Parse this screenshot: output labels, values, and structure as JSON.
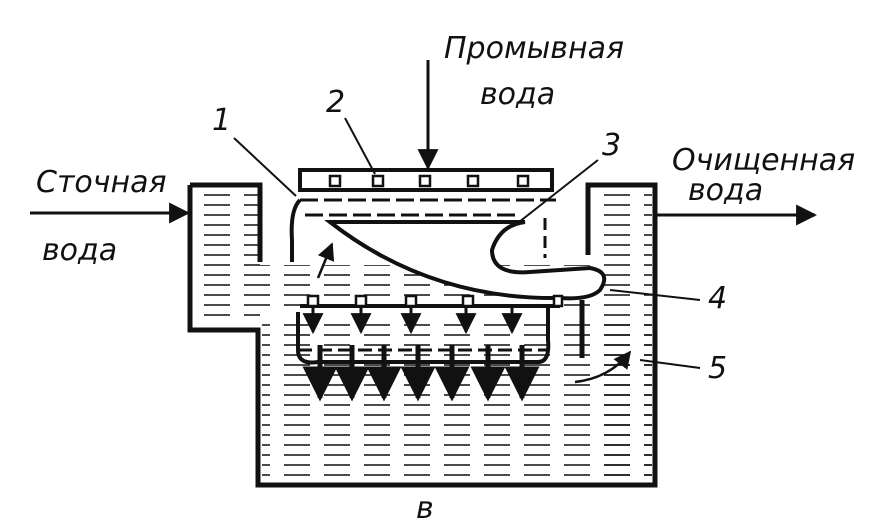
{
  "labels": {
    "wastewater_line1": "Сточная",
    "wastewater_line2": "вода",
    "wash_line1": "Промывная",
    "wash_line2": "вода",
    "clean_line1": "Очищенная",
    "clean_line2": "вода",
    "figure_letter": "в"
  },
  "callouts": [
    "1",
    "2",
    "3",
    "4",
    "5"
  ],
  "colors": {
    "ink": "#111111",
    "background": "#ffffff"
  }
}
